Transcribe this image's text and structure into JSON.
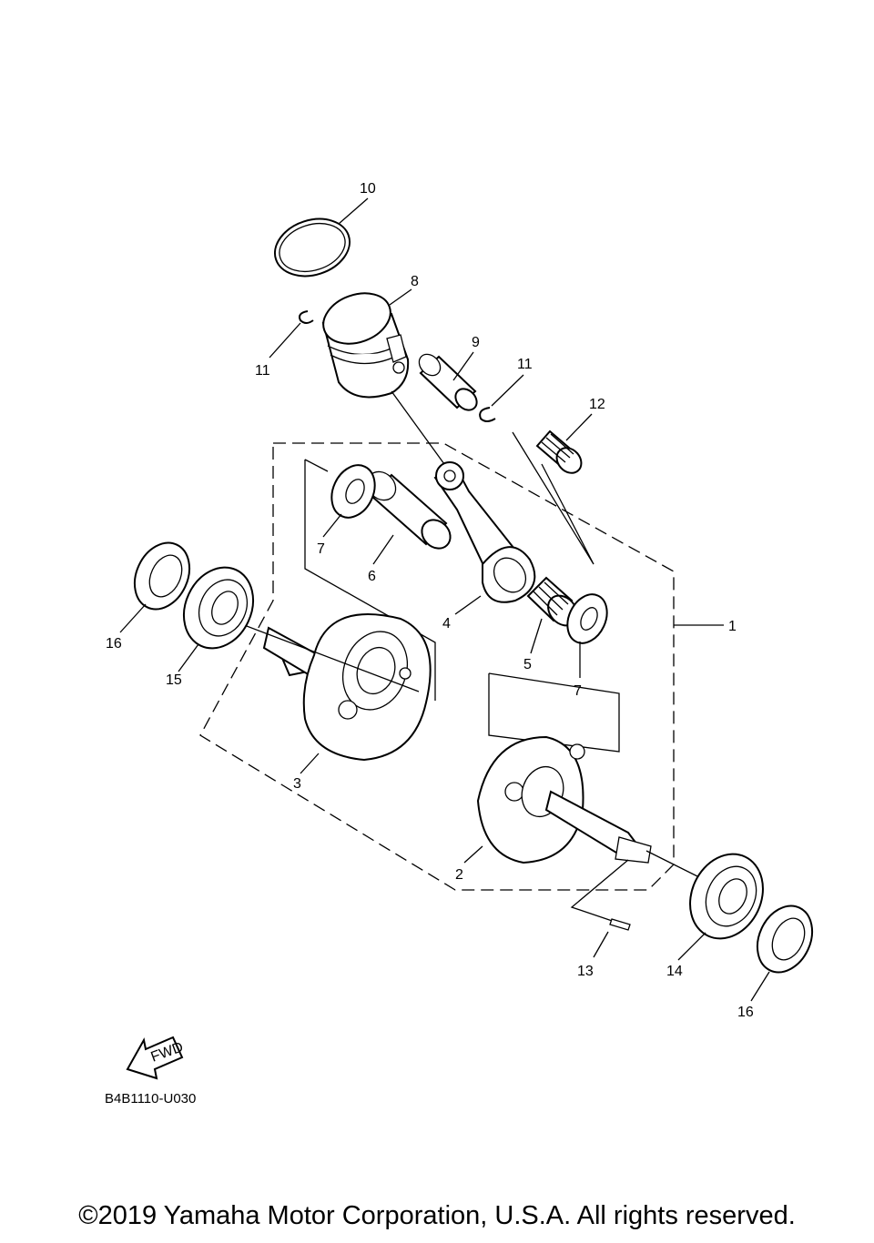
{
  "diagram": {
    "callouts": [
      {
        "id": "c1",
        "text": "1"
      },
      {
        "id": "c2",
        "text": "2"
      },
      {
        "id": "c3",
        "text": "3"
      },
      {
        "id": "c4",
        "text": "4"
      },
      {
        "id": "c5",
        "text": "5"
      },
      {
        "id": "c6",
        "text": "6"
      },
      {
        "id": "c7a",
        "text": "7"
      },
      {
        "id": "c7b",
        "text": "7"
      },
      {
        "id": "c8",
        "text": "8"
      },
      {
        "id": "c9",
        "text": "9"
      },
      {
        "id": "c10",
        "text": "10"
      },
      {
        "id": "c11a",
        "text": "11"
      },
      {
        "id": "c11b",
        "text": "11"
      },
      {
        "id": "c12",
        "text": "12"
      },
      {
        "id": "c13",
        "text": "13"
      },
      {
        "id": "c14",
        "text": "14"
      },
      {
        "id": "c15",
        "text": "15"
      },
      {
        "id": "c16a",
        "text": "16"
      },
      {
        "id": "c16b",
        "text": "16"
      }
    ],
    "fwd_label": "FWD",
    "diagram_code": "B4B1110-U030"
  },
  "footer": {
    "copyright": "©2019 Yamaha Motor Corporation, U.S.A. All rights reserved."
  }
}
